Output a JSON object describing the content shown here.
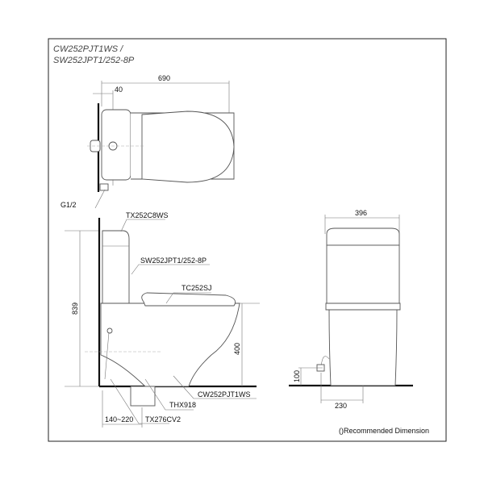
{
  "title": {
    "line1": "CW252PJT1WS /",
    "line2": "SW252JPT1/252-8P"
  },
  "top_view": {
    "dim_length": "690",
    "dim_offset": "40",
    "inlet_label": "G1/2"
  },
  "side_view": {
    "labels": [
      "TX252C8WS",
      "SW252JPT1/252-8P",
      "TC252SJ",
      "CW252PJT1WS",
      "THX918",
      "TX276CV2"
    ],
    "dim_height": "839",
    "dim_seat_height": "400",
    "dim_outlet": "140~220"
  },
  "front_view": {
    "dim_width": "396",
    "dim_inlet_height": "100",
    "dim_inlet_offset": "230"
  },
  "note": "()Recommended Dimension"
}
